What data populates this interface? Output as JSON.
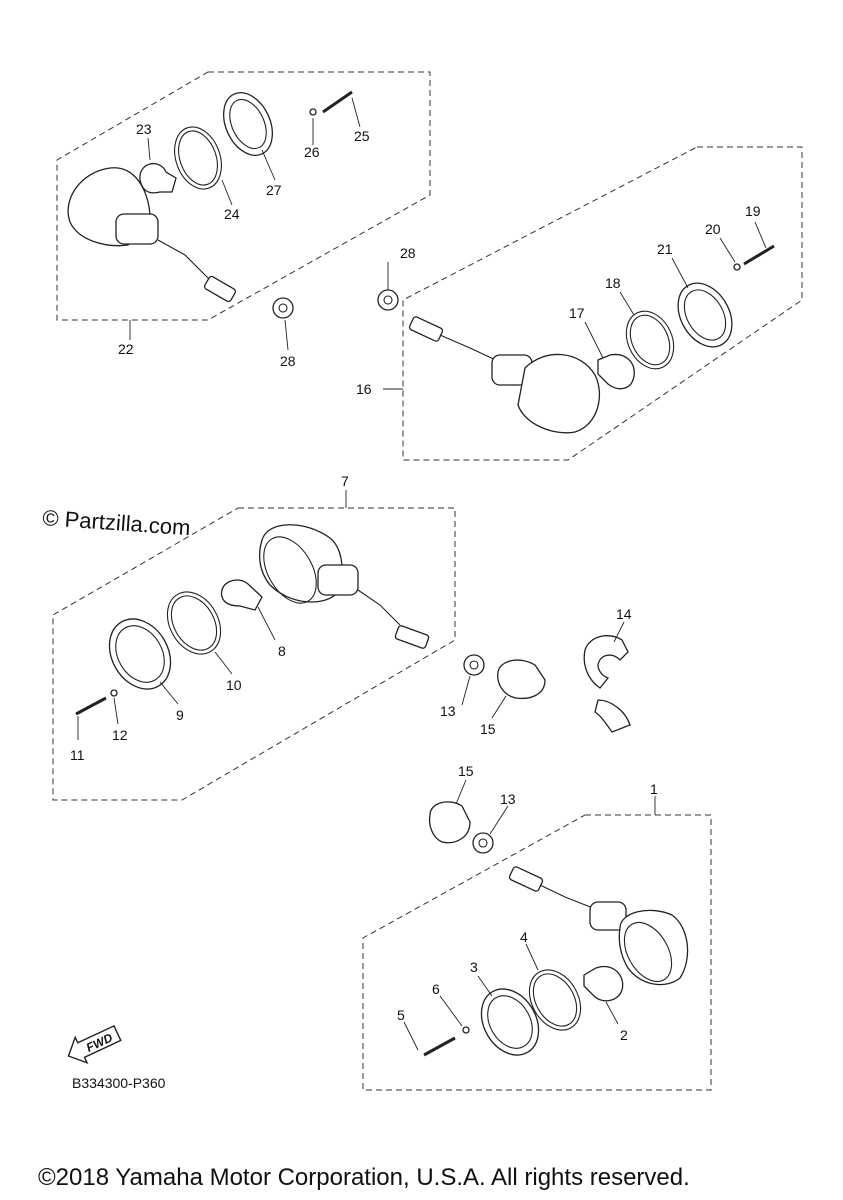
{
  "watermark": {
    "text": "© Partzilla.com"
  },
  "diagram_code": "B334300-P360",
  "fwd_arrow_label": "FWD",
  "copyright": "©2018 Yamaha Motor Corporation, U.S.A. All rights reserved.",
  "callouts": {
    "c1": "1",
    "c2": "2",
    "c3": "3",
    "c4": "4",
    "c5": "5",
    "c6": "6",
    "c7": "7",
    "c8": "8",
    "c9": "9",
    "c10": "10",
    "c11": "11",
    "c12": "12",
    "c13a": "13",
    "c13b": "13",
    "c14": "14",
    "c15a": "15",
    "c15b": "15",
    "c16": "16",
    "c17": "17",
    "c18": "18",
    "c19": "19",
    "c20": "20",
    "c21": "21",
    "c22": "22",
    "c23": "23",
    "c24": "24",
    "c25": "25",
    "c26": "26",
    "c27": "27",
    "c28a": "28",
    "c28b": "28"
  }
}
